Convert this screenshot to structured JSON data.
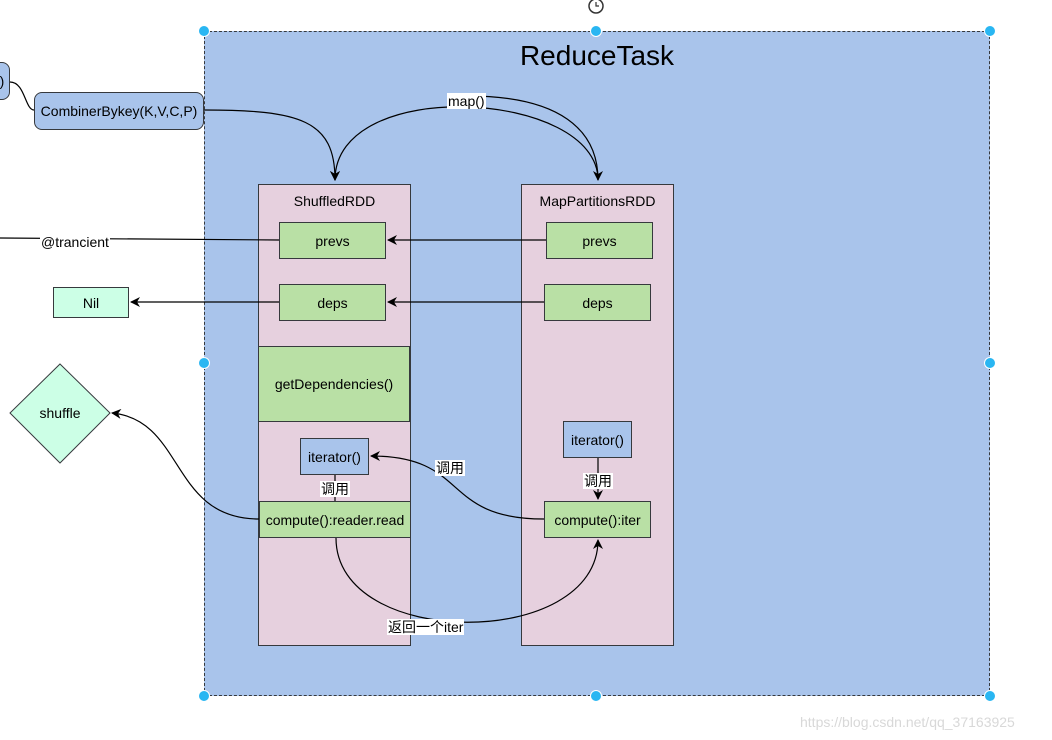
{
  "container": {
    "title": "ReduceTask"
  },
  "lanes": {
    "shuffled": {
      "title": "ShuffledRDD",
      "prevs": "prevs",
      "deps": "deps",
      "get_dependencies": "getDependencies()",
      "iterator": "iterator()",
      "compute": "compute():reader.read"
    },
    "map_partitions": {
      "title": "MapPartitionsRDD",
      "prevs": "prevs",
      "deps": "deps",
      "iterator": "iterator()",
      "compute": "compute():iter"
    }
  },
  "external": {
    "combiner": "CombinerBykey(K,V,C,P)",
    "partial_left": ".)",
    "nil": "Nil",
    "shuffle": "shuffle"
  },
  "edge_labels": {
    "map": "map()",
    "trancient": "@trancient",
    "call_left": "调用",
    "call_mid": "调用",
    "call_right": "调用",
    "return_iter": "返回一个iter"
  },
  "watermark": "https://blog.csdn.net/qq_37163925",
  "colors": {
    "container_fill": "#a9c4eb",
    "lane_fill": "#e6d0de",
    "green_fill": "#b9e0a5",
    "mint_fill": "#ccffe6",
    "selection_handle": "#29b6f2"
  }
}
